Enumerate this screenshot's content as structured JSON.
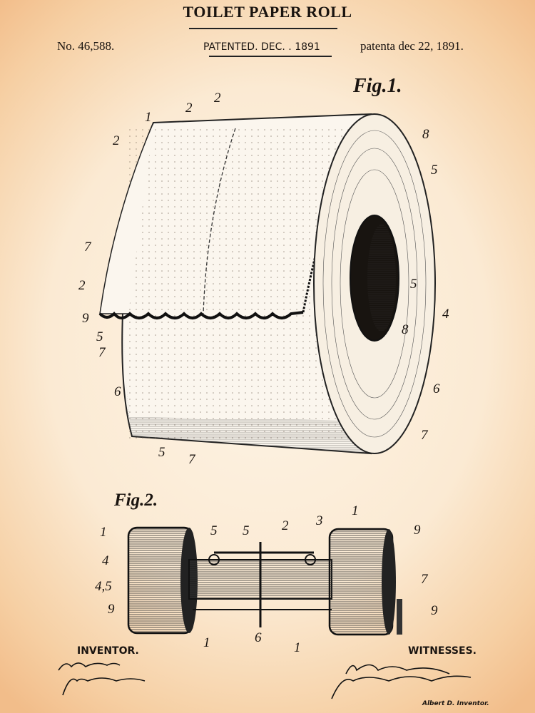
{
  "header": {
    "title": "TOILET PAPER ROLL",
    "patent_number": "No. 46,588.",
    "patented_label": "PATENTED. DEC. . 1891",
    "patent_date": "patenta dec 22, 1891."
  },
  "figures": {
    "fig1_label": "Fig.1.",
    "fig2_label": "Fig.2.",
    "fig1_numerals": [
      "1",
      "2",
      "2",
      "2",
      "8",
      "5",
      "7",
      "2",
      "9",
      "5",
      "7",
      "6",
      "5",
      "4",
      "8",
      "6",
      "7",
      "5",
      "7"
    ],
    "fig2_numerals": [
      "1",
      "5",
      "5",
      "2",
      "3",
      "1",
      "9",
      "4",
      "4,5",
      "9",
      "7",
      "9",
      "1",
      "6",
      "1"
    ]
  },
  "footer": {
    "inventor_label": "INVENTOR.",
    "witnesses_label": "WITNESSES.",
    "witness_caption": "Albert D. Inventor."
  },
  "colors": {
    "paper": "#fdf4e6",
    "vignette": "#f2bd8a",
    "ink": "#1a1410"
  }
}
